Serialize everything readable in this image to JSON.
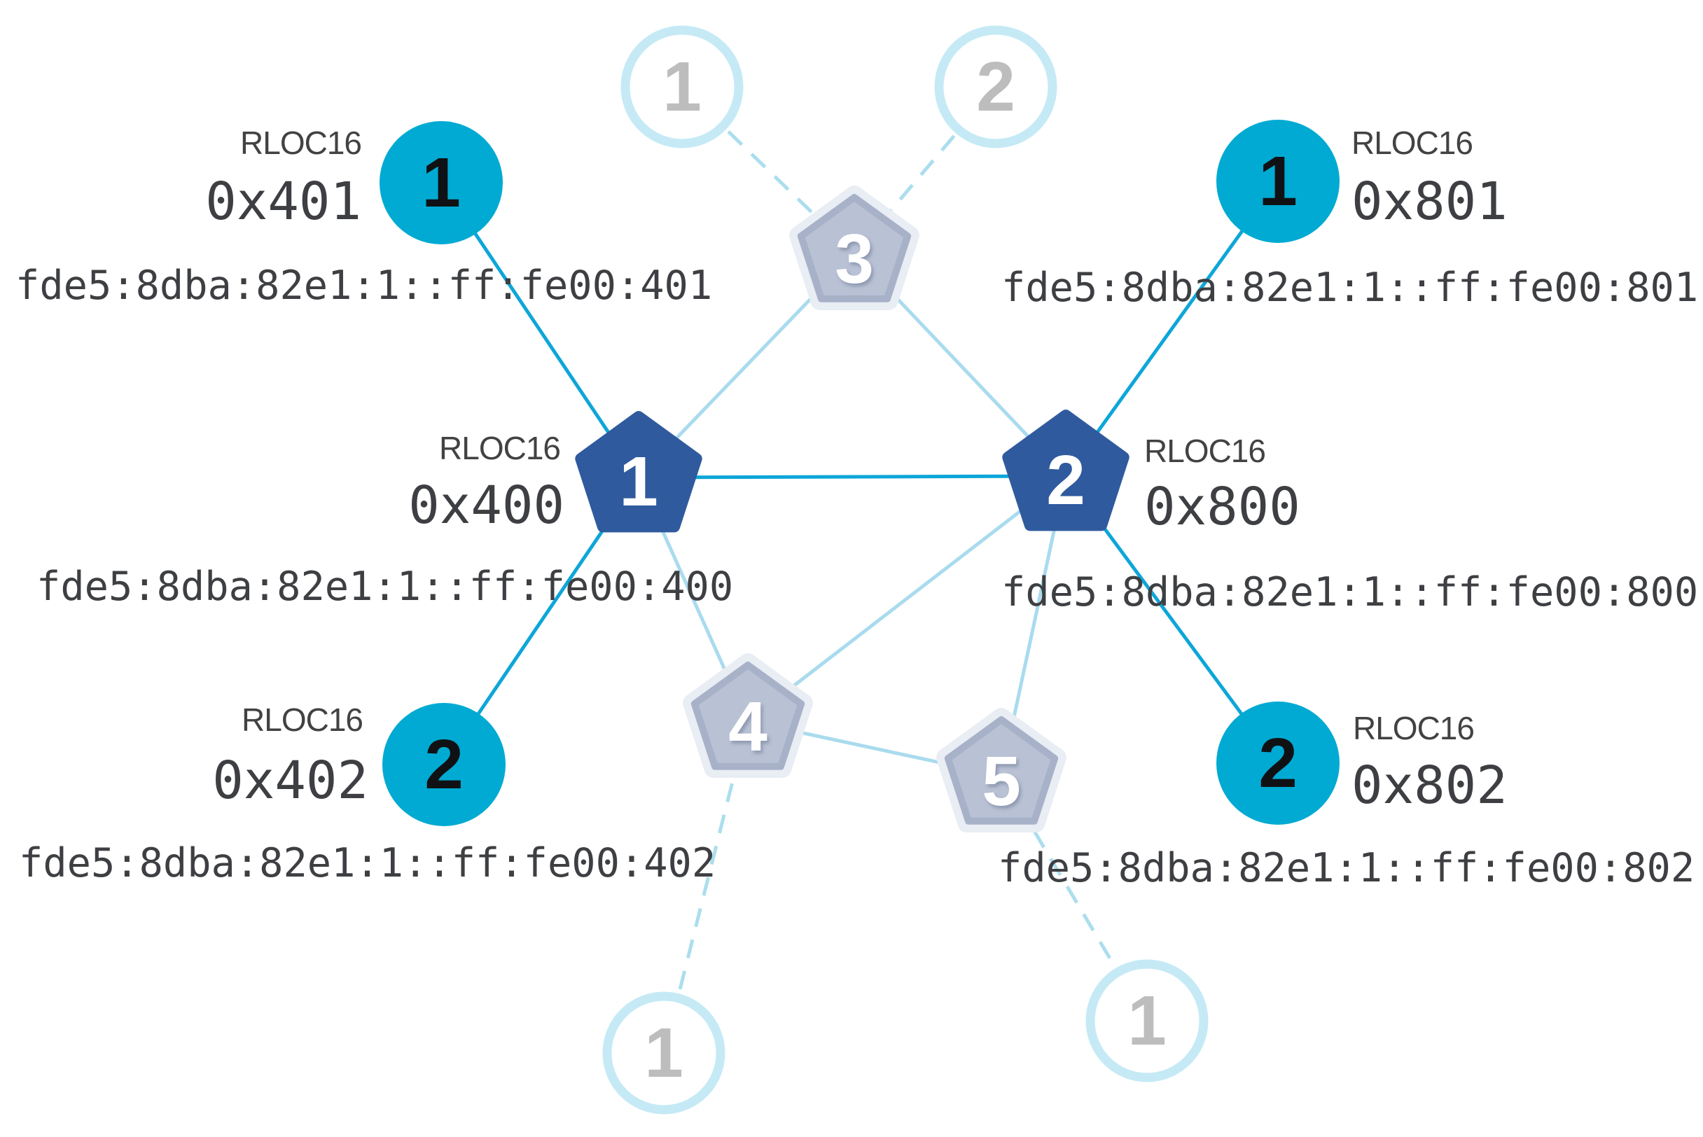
{
  "captions": {
    "rloc16": "RLOC16"
  },
  "colors": {
    "background": "#ffffff",
    "end_device_fill": "#00aad2",
    "router_fill": "#2f5a9e",
    "faded_router_fill": "#b9c1d5",
    "faded_router_border": "#a7b1c8",
    "faded_router_halo": "#e9edf4",
    "faded_circle_ring": "#c5eaf6",
    "faded_number": "#bdbdbd",
    "active_link": "#0da6d8",
    "router_link": "#a9dbee",
    "dashed_link": "#abdeee",
    "text": "#424242"
  },
  "nodes": [
    {
      "id": "router-1",
      "type": "router-active",
      "label": "1",
      "rloc16": "0x400",
      "ipv6": "fde5:8dba:82e1:1::ff:fe00:400"
    },
    {
      "id": "router-2",
      "type": "router-active",
      "label": "2",
      "rloc16": "0x800",
      "ipv6": "fde5:8dba:82e1:1::ff:fe00:800"
    },
    {
      "id": "router-3",
      "type": "router-faded",
      "label": "3"
    },
    {
      "id": "router-4",
      "type": "router-faded",
      "label": "4"
    },
    {
      "id": "router-5",
      "type": "router-faded",
      "label": "5"
    },
    {
      "id": "child-401",
      "type": "end-device",
      "label": "1",
      "rloc16": "0x401",
      "ipv6": "fde5:8dba:82e1:1::ff:fe00:401"
    },
    {
      "id": "child-402",
      "type": "end-device",
      "label": "2",
      "rloc16": "0x402",
      "ipv6": "fde5:8dba:82e1:1::ff:fe00:402"
    },
    {
      "id": "child-801",
      "type": "end-device",
      "label": "1",
      "rloc16": "0x801",
      "ipv6": "fde5:8dba:82e1:1::ff:fe00:801"
    },
    {
      "id": "child-802",
      "type": "end-device",
      "label": "2",
      "rloc16": "0x802",
      "ipv6": "fde5:8dba:82e1:1::ff:fe00:802"
    },
    {
      "id": "faded-child-top-1",
      "type": "end-device-faded",
      "label": "1"
    },
    {
      "id": "faded-child-top-2",
      "type": "end-device-faded",
      "label": "2"
    },
    {
      "id": "faded-child-bottom-1",
      "type": "end-device-faded",
      "label": "1"
    },
    {
      "id": "faded-child-bottom-2",
      "type": "end-device-faded",
      "label": "1"
    }
  ],
  "links": [
    {
      "from": "child-401",
      "to": "router-1",
      "style": "active"
    },
    {
      "from": "child-402",
      "to": "router-1",
      "style": "active"
    },
    {
      "from": "router-1",
      "to": "router-2",
      "style": "active"
    },
    {
      "from": "router-2",
      "to": "child-801",
      "style": "active"
    },
    {
      "from": "router-2",
      "to": "child-802",
      "style": "active"
    },
    {
      "from": "router-1",
      "to": "router-3",
      "style": "router"
    },
    {
      "from": "router-2",
      "to": "router-3",
      "style": "router"
    },
    {
      "from": "router-1",
      "to": "router-4",
      "style": "router"
    },
    {
      "from": "router-2",
      "to": "router-4",
      "style": "router"
    },
    {
      "from": "router-2",
      "to": "router-5",
      "style": "router"
    },
    {
      "from": "router-4",
      "to": "router-5",
      "style": "router"
    },
    {
      "from": "faded-child-top-1",
      "to": "router-3",
      "style": "dashed"
    },
    {
      "from": "faded-child-top-2",
      "to": "router-3",
      "style": "dashed"
    },
    {
      "from": "router-4",
      "to": "faded-child-bottom-1",
      "style": "dashed"
    },
    {
      "from": "router-5",
      "to": "faded-child-bottom-2",
      "style": "dashed"
    }
  ]
}
